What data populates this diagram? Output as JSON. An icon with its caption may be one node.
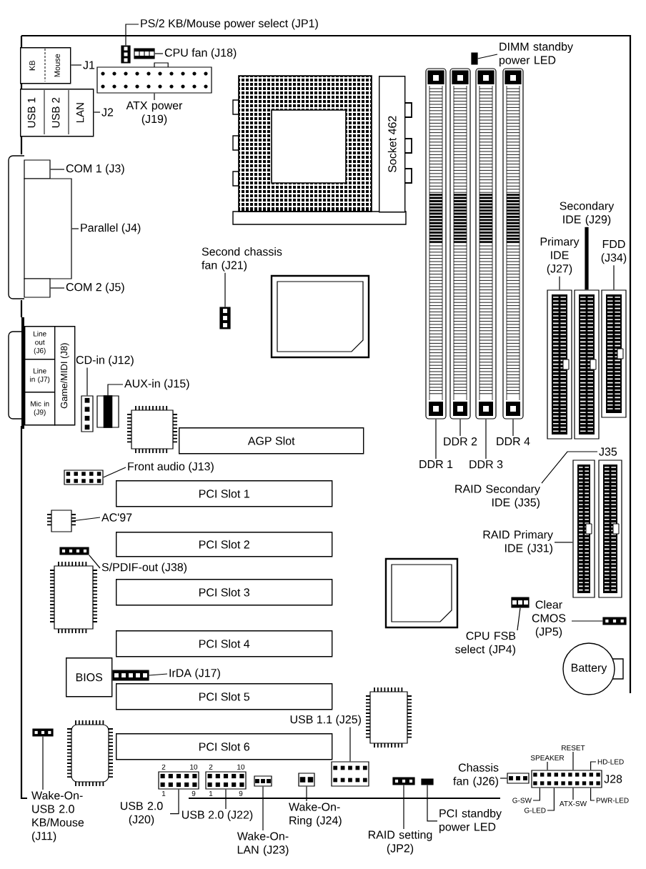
{
  "diagram": {
    "nodes": [
      {
        "text": [
          "PS/2 KB/Mouse power select (JP1)"
        ]
      },
      {
        "text": [],
        "shape": "box"
      },
      {
        "text": [
          "CPU fan (J18)"
        ]
      },
      {
        "text": [],
        "shape": "box"
      },
      {
        "text": [
          "KB",
          "Mouse"
        ]
      },
      {
        "text": [
          "J1"
        ]
      },
      {
        "text": [],
        "shape": "box"
      },
      {
        "text": [
          "ATX power (J19)"
        ]
      },
      {
        "text": [
          "USB 1",
          "USB 2",
          "LAN"
        ]
      },
      {
        "text": [
          "J2"
        ]
      },
      {
        "text": [],
        "shape": "box"
      },
      {
        "text": [
          "COM 1 (J3)"
        ]
      },
      {
        "text": [],
        "shape": "box"
      },
      {
        "text": [
          "Parallel (J4)"
        ]
      },
      {
        "text": [],
        "shape": "box"
      },
      {
        "text": [
          "COM 2 (J5)"
        ]
      },
      {
        "text": [
          "Socket 462"
        ]
      },
      {
        "text": [],
        "shape": "box"
      },
      {
        "text": [
          "DIMM standby power LED"
        ]
      },
      {
        "text": [],
        "shape": "bar"
      },
      {
        "text": [],
        "shape": "bar"
      },
      {
        "text": [],
        "shape": "bar"
      },
      {
        "text": [],
        "shape": "bar"
      },
      {
        "text": [
          "Second chassis fan (J21)"
        ]
      },
      {
        "text": [],
        "shape": "box"
      },
      {
        "text": [],
        "shape": "box"
      },
      {
        "text": [
          "Secondary IDE (J29)"
        ]
      },
      {
        "text": [
          "Primary IDE (J27)"
        ]
      },
      {
        "text": [
          "FDD (J34)"
        ]
      },
      {
        "text": [],
        "shape": "box"
      },
      {
        "text": [],
        "shape": "box"
      },
      {
        "text": [],
        "shape": "box"
      },
      {
        "text": [
          "Line out (J6)"
        ]
      },
      {
        "text": [
          "Line in (J7)"
        ]
      },
      {
        "text": [
          "Mic in (J9)"
        ]
      },
      {
        "text": [
          "Game/MIDI (J8)"
        ]
      },
      {
        "text": [
          "CD-in (J12)"
        ]
      },
      {
        "text": [],
        "shape": "box"
      },
      {
        "text": [
          "AUX-in (J15)"
        ]
      },
      {
        "text": [],
        "shape": "box"
      },
      {
        "text": [],
        "shape": "box"
      },
      {
        "text": [
          "AGP Slot"
        ]
      },
      {
        "text": [
          "DDR 1"
        ]
      },
      {
        "text": [
          "DDR 2"
        ]
      },
      {
        "text": [
          "DDR 3"
        ]
      },
      {
        "text": [
          "DDR 4"
        ]
      },
      {
        "text": [
          "J35"
        ]
      },
      {
        "text": [
          "RAID Secondary IDE (J35)"
        ]
      },
      {
        "text": [
          "Front audio (J13)"
        ]
      },
      {
        "text": [],
        "shape": "box"
      },
      {
        "text": [
          "PCI Slot 1"
        ]
      },
      {
        "text": [
          "AC'97"
        ]
      },
      {
        "text": [],
        "shape": "box"
      },
      {
        "text": [
          "RAID Primary IDE (J31)"
        ]
      },
      {
        "text": [],
        "shape": "box"
      },
      {
        "text": [],
        "shape": "box"
      },
      {
        "text": [
          "PCI Slot 2"
        ]
      },
      {
        "text": [],
        "shape": "box"
      },
      {
        "text": [
          "S/PDIF-out (J38)"
        ]
      },
      {
        "text": [],
        "shape": "box"
      },
      {
        "text": [
          "PCI Slot 3"
        ]
      },
      {
        "text": [],
        "shape": "box"
      },
      {
        "text": [
          "CPU FSB select (JP4)"
        ]
      },
      {
        "text": [],
        "shape": "box"
      },
      {
        "text": [
          "Clear CMOS (JP5)"
        ]
      },
      {
        "text": [],
        "shape": "box"
      },
      {
        "text": [
          "PCI Slot 4"
        ]
      },
      {
        "text": [
          "BIOS"
        ]
      },
      {
        "text": [],
        "shape": "box"
      },
      {
        "text": [
          "IrDA (J17)"
        ]
      },
      {
        "text": [
          "Battery"
        ]
      },
      {
        "text": [
          "PCI Slot 5"
        ]
      },
      {
        "text": [
          "USB 1.1 (J25)"
        ]
      },
      {
        "text": [],
        "shape": "box"
      },
      {
        "text": [],
        "shape": "box"
      },
      {
        "text": [
          "PCI Slot 6"
        ]
      },
      {
        "text": [],
        "shape": "box"
      },
      {
        "text": [],
        "shape": "box",
        "beside": [
          "2",
          "10",
          "1",
          "9"
        ]
      },
      {
        "text": [],
        "shape": "box",
        "beside": [
          "2",
          "10",
          "1",
          "9"
        ]
      },
      {
        "text": [],
        "shape": "box"
      },
      {
        "text": [],
        "shape": "box"
      },
      {
        "text": [],
        "shape": "box"
      },
      {
        "text": [],
        "shape": "box"
      },
      {
        "text": [],
        "shape": "box"
      },
      {
        "text": [],
        "shape": "box"
      },
      {
        "text": [],
        "shape": "box",
        "beside": [
          "J28"
        ]
      },
      {
        "text": [
          "Wake-On-USB 2.0 KB/Mouse (J11)"
        ]
      },
      {
        "text": [
          "USB 2.0 (J20)"
        ]
      },
      {
        "text": [
          "USB 2.0 (J22)"
        ]
      },
      {
        "text": [
          "Wake-On-LAN (J23)"
        ]
      },
      {
        "text": [
          "Wake-On-Ring (J24)"
        ]
      },
      {
        "text": [
          "RAID setting (JP2)"
        ]
      },
      {
        "text": [
          "PCI standby power LED"
        ]
      },
      {
        "text": [
          "Chassis fan (J26)"
        ]
      },
      {
        "text": [
          "SPEAKER"
        ]
      },
      {
        "text": [
          "RESET"
        ]
      },
      {
        "text": [
          "HD-LED"
        ]
      },
      {
        "text": [
          "G-SW"
        ]
      },
      {
        "text": [
          "G-LED"
        ]
      },
      {
        "text": [
          "ATX-SW"
        ]
      },
      {
        "text": [
          "PWR-LED"
        ]
      }
    ],
    "edges": [
      {
        "from": 0,
        "to": 1,
        "arrow": "none"
      },
      {
        "from": 2,
        "to": 3,
        "arrow": "none"
      },
      {
        "from": 5,
        "to": 4,
        "arrow": "none"
      },
      {
        "from": 7,
        "to": 6,
        "arrow": "none"
      },
      {
        "from": 9,
        "to": 8,
        "arrow": "none"
      },
      {
        "from": 11,
        "to": 10,
        "arrow": "none"
      },
      {
        "from": 13,
        "to": 12,
        "arrow": "none"
      },
      {
        "from": 15,
        "to": 14,
        "arrow": "none"
      },
      {
        "from": 18,
        "to": 17,
        "arrow": "none"
      },
      {
        "from": 23,
        "to": 24,
        "arrow": "none"
      },
      {
        "from": 26,
        "to": 30,
        "arrow": "none",
        "style": "thick"
      },
      {
        "from": 27,
        "to": 29,
        "arrow": "none"
      },
      {
        "from": 28,
        "to": 31,
        "arrow": "none"
      },
      {
        "from": 36,
        "to": 37,
        "arrow": "none"
      },
      {
        "from": 38,
        "to": 39,
        "arrow": "none"
      },
      {
        "from": 42,
        "to": 19,
        "arrow": "none"
      },
      {
        "from": 43,
        "to": 20,
        "arrow": "none"
      },
      {
        "from": 44,
        "to": 21,
        "arrow": "none"
      },
      {
        "from": 45,
        "to": 22,
        "arrow": "none"
      },
      {
        "from": 47,
        "to": 46,
        "arrow": "none"
      },
      {
        "from": 48,
        "to": 49,
        "arrow": "none"
      },
      {
        "from": 51,
        "to": 52,
        "arrow": "none"
      },
      {
        "from": 53,
        "to": 54,
        "arrow": "none"
      },
      {
        "from": 58,
        "to": 57,
        "arrow": "none"
      },
      {
        "from": 62,
        "to": 63,
        "arrow": "none"
      },
      {
        "from": 64,
        "to": 65,
        "arrow": "none"
      },
      {
        "from": 69,
        "to": 68,
        "arrow": "none"
      },
      {
        "from": 72,
        "to": 81,
        "arrow": "none"
      },
      {
        "from": 86,
        "to": 76,
        "arrow": "none"
      },
      {
        "from": 87,
        "to": 77,
        "arrow": "none"
      },
      {
        "from": 88,
        "to": 78,
        "arrow": "none"
      },
      {
        "from": 89,
        "to": 79,
        "arrow": "none"
      },
      {
        "from": 90,
        "to": 80,
        "arrow": "none"
      },
      {
        "from": 91,
        "to": 82,
        "arrow": "none"
      },
      {
        "from": 92,
        "to": 83,
        "arrow": "none"
      },
      {
        "from": 93,
        "to": 84,
        "arrow": "none"
      },
      {
        "from": 94,
        "to": 85,
        "arrow": "none"
      },
      {
        "from": 95,
        "to": 85,
        "arrow": "none"
      },
      {
        "from": 96,
        "to": 85,
        "arrow": "none"
      },
      {
        "from": 97,
        "to": 85,
        "arrow": "none"
      },
      {
        "from": 98,
        "to": 85,
        "arrow": "none"
      },
      {
        "from": 99,
        "to": 85,
        "arrow": "none"
      },
      {
        "from": 100,
        "to": 85,
        "arrow": "none"
      }
    ]
  }
}
